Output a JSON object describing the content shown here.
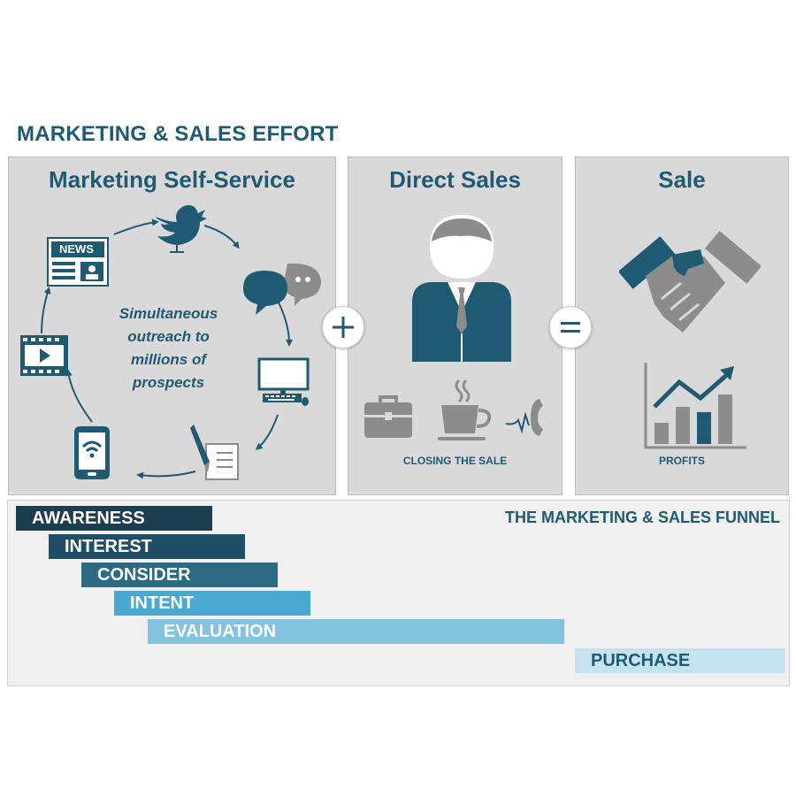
{
  "page": {
    "title": "MARKETING & SALES EFFORT"
  },
  "panels": {
    "marketing": {
      "title": "Marketing Self-Service",
      "news_label": "NEWS",
      "tagline": [
        "Simultaneous",
        "outreach to",
        "millions of",
        "prospects"
      ]
    },
    "direct_sales": {
      "title": "Direct Sales",
      "caption": "CLOSING THE SALE"
    },
    "sale": {
      "title": "Sale",
      "caption": "PROFITS"
    }
  },
  "operators": {
    "plus": "+",
    "equals": "="
  },
  "funnel": {
    "title": "THE MARKETING & SALES FUNNEL",
    "stages": [
      {
        "label": "AWARENESS",
        "color": "#1b3d4f"
      },
      {
        "label": "INTEREST",
        "color": "#1f4f66"
      },
      {
        "label": "CONSIDER",
        "color": "#2c6a83"
      },
      {
        "label": "INTENT",
        "color": "#4aa9d0"
      },
      {
        "label": "EVALUATION",
        "color": "#82c3df"
      },
      {
        "label": "PURCHASE",
        "color": "#c4e3ef"
      }
    ]
  },
  "colors": {
    "brand": "#1f5a73",
    "icon_gray": "#8c8c8c",
    "panel_bg": "#d9d9d9"
  }
}
